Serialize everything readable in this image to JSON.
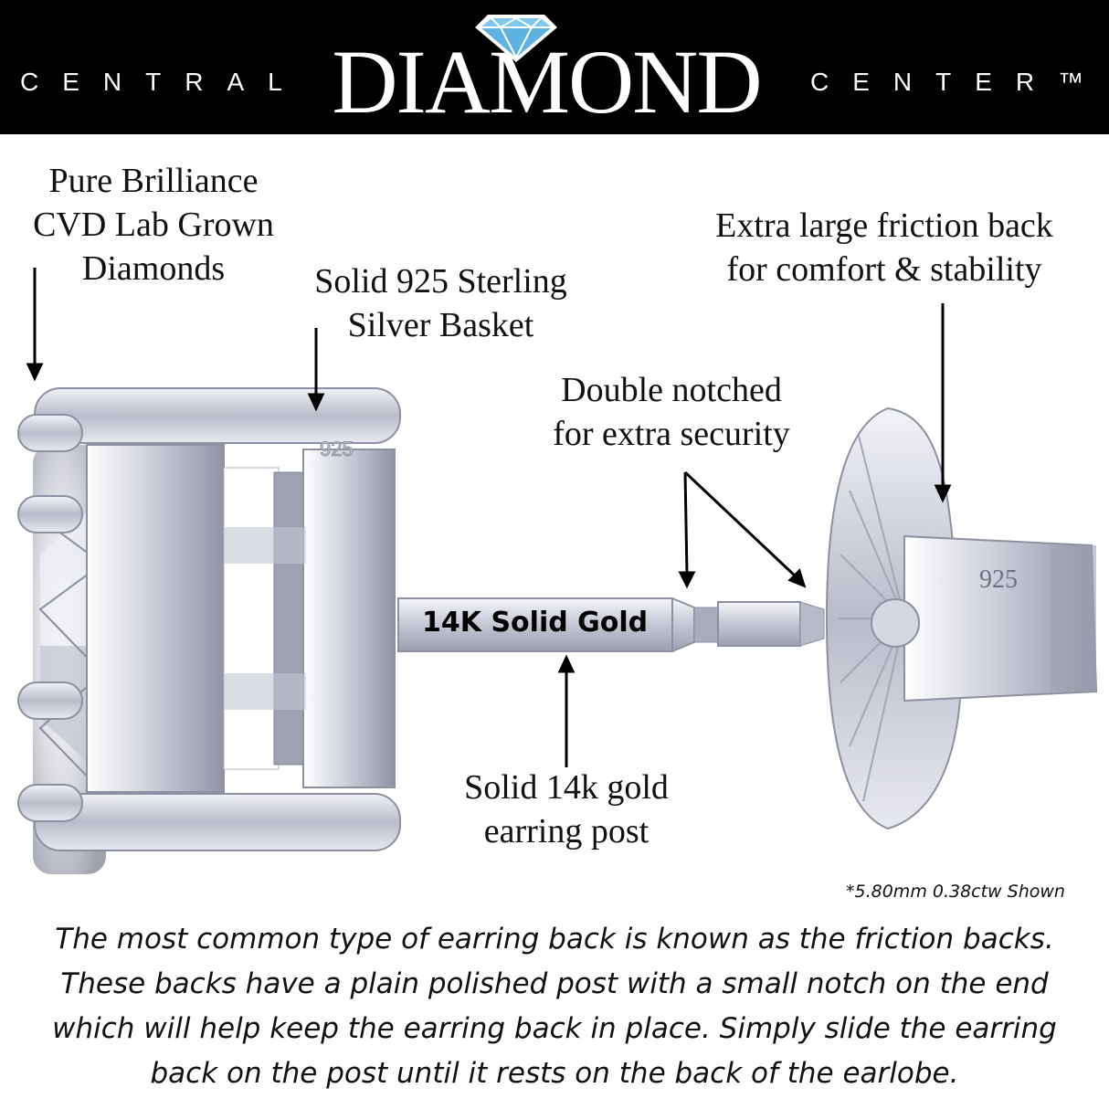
{
  "brand": {
    "left": "CENTRAL",
    "main": "DIAMOND",
    "right": "CENTER™"
  },
  "labels": {
    "diamond": [
      "Pure Brilliance",
      "CVD Lab Grown",
      "Diamonds"
    ],
    "basket": [
      "Solid 925 Sterling",
      "Silver Basket"
    ],
    "friction_back": [
      "Extra large friction back",
      "for comfort & stability"
    ],
    "notch": [
      "Double notched",
      "for extra security"
    ],
    "post_callout": [
      "Solid 14k gold",
      "earring post"
    ],
    "post_text": "14K Solid Gold",
    "stamp_basket": "925",
    "stamp_back": "925"
  },
  "size_note": "*5.80mm 0.38ctw Shown",
  "description": [
    "The most common type of earring back is known as the friction backs.",
    "These backs have a plain polished post with a small notch on the end",
    "which will help keep the earring back in place. Simply slide the earring",
    "back on the post until it rests on the back of the earlobe."
  ],
  "colors": {
    "header_bg": "#000000",
    "gem_blue": "#7ec8f0",
    "metal": "#c9cbd6"
  }
}
